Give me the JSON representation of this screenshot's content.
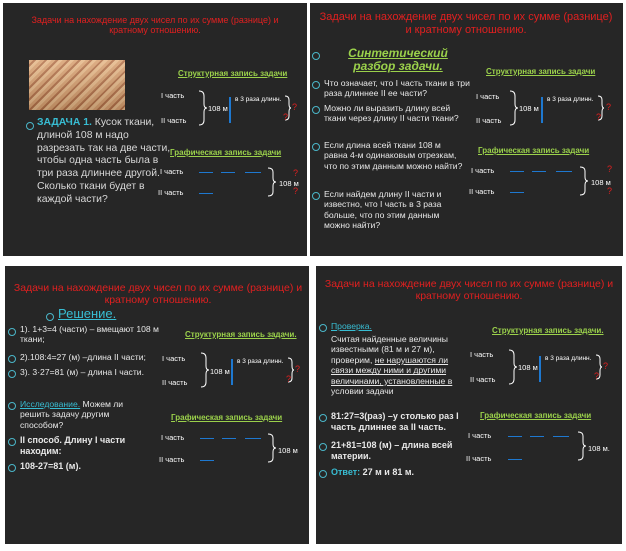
{
  "slides": {
    "s1": {
      "title": "Задачи на нахождение двух чисел по их сумме (разнице) и кратному отношению.",
      "task_head": "ЗАДАЧА 1.",
      "task_text": "Кусок ткани, длиной 108 м надо разрезать так на две части, чтобы одна часть была в три раза длиннее другой. Сколько ткани будет в каждой части?",
      "struct_title": "Структурная запись задачи",
      "part1": "I часть",
      "part2": "II часть",
      "len": "108 м",
      "times": "в 3 раза длинн.",
      "graph_title": "Графическая запись задачи",
      "g_part1": "I часть",
      "g_part2": "II часть",
      "g_len": "108 м",
      "q": "?"
    },
    "s2": {
      "title": "Задачи на нахождение двух чисел по их сумме (разнице) и кратному отношению.",
      "heading": "Синтетический разбор задачи.",
      "items": [
        "Что означает, что I часть ткани в три раза длиннее II ее части?",
        "Можно ли выразить длину всей ткани через длину II части ткани?",
        "Если длина всей ткани 108 м равна 4-м одинаковым отрезкам, что по этим данным можно найти?",
        "Если найдем длину II части и известно, что I часть в 3 раза больше, что по этим данным можно найти?"
      ],
      "struct_title": "Структурная  запись задачи",
      "part1": "I часть",
      "part2": "II часть",
      "len": "108 м",
      "times": "в 3 раза длинн.",
      "graph_title": "Графическая запись задачи",
      "g_part1": "I часть",
      "g_part2": "II часть",
      "g_len": "108 м",
      "q": "?"
    },
    "s3": {
      "title": "Задачи на нахождение двух чисел по их сумме (разнице) и кратному отношению.",
      "heading": "Решение.",
      "steps": [
        "1). 1+3=4 (части) – вмещают 108 м ткани;",
        "2).108:4=27 (м) –длина II части;",
        "3). 3·27=81 (м) – длина I части."
      ],
      "research_label": "Исследование.",
      "research_text": " Можем ли решить задачу другим способом?",
      "method": "II способ. Длину I части находим:",
      "calc": "108-27=81 (м).",
      "struct_title": "Структурная запись задачи.",
      "part1": "I часть",
      "part2": "II часть",
      "len": "108 м",
      "times": "в 3 раза длинн.",
      "graph_title": "Графическая  запись  задачи",
      "g_part1": "I часть",
      "g_part2": "II часть",
      "g_len": "108 м",
      "q": "?"
    },
    "s4": {
      "title": "Задачи на нахождение двух чисел по их сумме (разнице) и кратному отношению.",
      "check_label": "Проверка.",
      "check_a": "Считая найденные величины известными (81 м и 27 м), проверим, ",
      "check_u": "не нарушаются ли связи между ними и другими величинами, установленные в",
      "check_b": " условии задачи",
      "line1": "81:27=3(раз) –у столько раз I часть длиннее за II часть.",
      "line2": "21+81=108 (м) – длина всей материи.",
      "answer_label": "Ответ:",
      "answer_text": " 27 м и 81 м.",
      "struct_title": "Структурная  запись задачи.",
      "part1": "I часть",
      "part2": "II часть",
      "len": "108 м",
      "times": "в 3 раза длинн.",
      "graph_title": "Графическая  запись задачи",
      "g_part1": "I часть",
      "g_part2": "II часть",
      "g_len": "108 м.",
      "q": "?"
    }
  },
  "colors": {
    "title_red": "#e02020",
    "accent_teal": "#38bdd3",
    "green": "#9bd14b",
    "line_blue": "#1e78d0"
  }
}
